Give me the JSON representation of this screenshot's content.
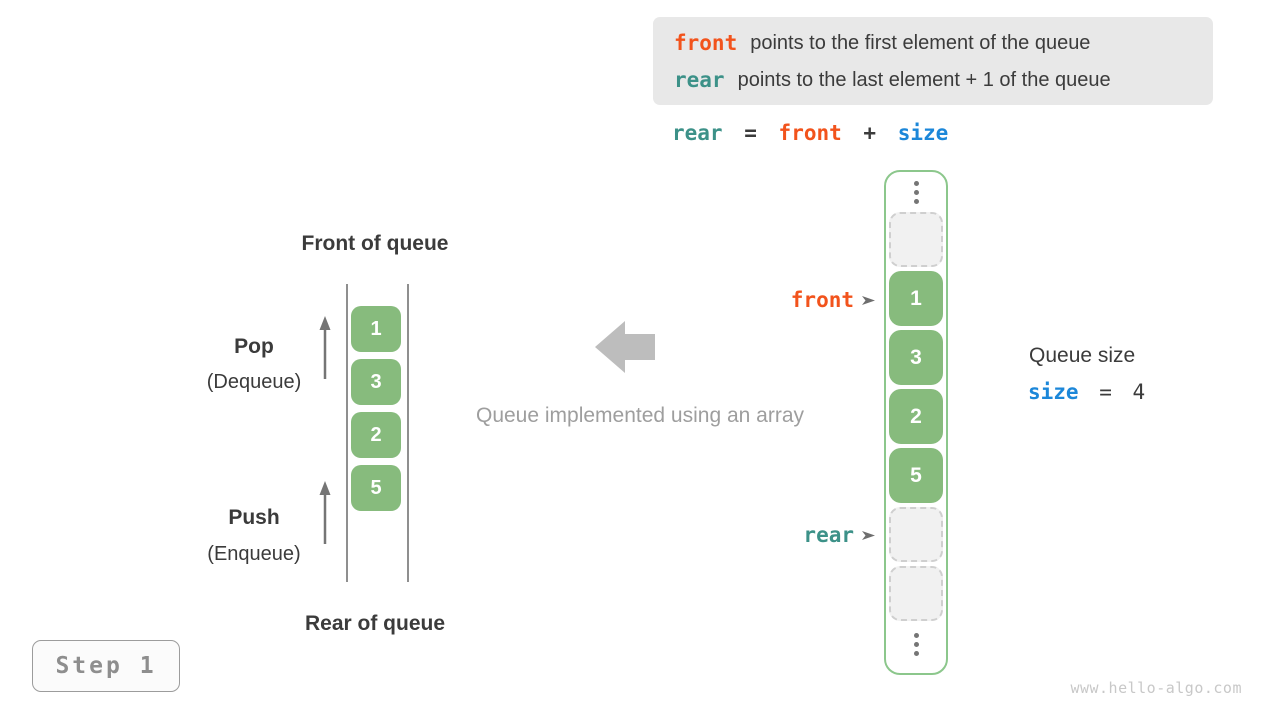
{
  "colors": {
    "orange": "#F2531C",
    "teal": "#3C9188",
    "blue": "#1C87D9",
    "green": "#87BB7D",
    "green-border": "#8CC78C",
    "dark": "#3B3B3B",
    "gray": "#9E9E9E",
    "arrow-gray": "#BDBDBD"
  },
  "legend": {
    "line1": {
      "code": "front",
      "text": "points to the first element of the queue"
    },
    "line2": {
      "code": "rear",
      "text": "points to the last element + 1 of the queue"
    }
  },
  "formula": {
    "lhs": "rear",
    "eq": "=",
    "a": "front",
    "plus": "+",
    "b": "size"
  },
  "left_queue": {
    "title_top": "Front of queue",
    "title_bottom": "Rear of queue",
    "pop": "Pop",
    "pop_sub": "(Dequeue)",
    "push": "Push",
    "push_sub": "(Enqueue)",
    "cells": [
      "1",
      "3",
      "2",
      "5"
    ]
  },
  "middle": {
    "caption": "Queue implemented using an array"
  },
  "right_array": {
    "front_label": "front",
    "rear_label": "rear",
    "cells": [
      "1",
      "3",
      "2",
      "5"
    ]
  },
  "queue_size": {
    "title": "Queue size",
    "code": "size",
    "eq": "=",
    "value": "4"
  },
  "step_chip": "Step 1",
  "watermark": "www.hello-algo.com"
}
